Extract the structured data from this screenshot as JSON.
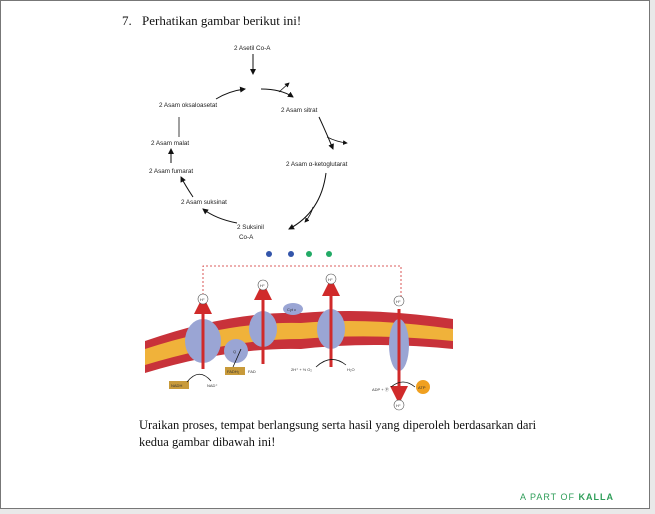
{
  "question": {
    "number": "7.",
    "title": "Perhatikan gambar berikut ini!",
    "body": "Uraikan proses, tempat berlangsung serta hasil yang diperoleh berdasarkan dari kedua gambar dibawah ini!"
  },
  "krebs_cycle": {
    "top": "2 Asetil Co-A",
    "sitrat": "2 Asam sitrat",
    "ketoglutarat": "2 Asam α-ketoglutarat",
    "suksinil_1": "2 Suksinil",
    "suksinil_2": "Co-A",
    "suksinat": "2 Asam suksinat",
    "fumarat": "2 Asam fumarat",
    "malat": "2 Asam malat",
    "oksaloasetat": "2 Asam oksaloasetat"
  },
  "etc": {
    "nadh": "NADH",
    "nad": "NAD⁺",
    "fadh": "FADH₂",
    "fad": "FAD",
    "o2": "2H⁺ + ½ O₂",
    "h2o": "H₂O",
    "adp": "ADP + Ⓟ",
    "h_plus": "H⁺",
    "q": "Q",
    "cytc": "Cyt c",
    "atp": "ATP"
  },
  "footer": {
    "brand_prefix": "A PART OF",
    "brand_name": "KALLA"
  },
  "colors": {
    "membrane_red": "#c8323a",
    "membrane_yellow": "#f0b23a",
    "protein": "#9aa5d4",
    "arrow_red": "#d02a2a",
    "brand_green": "#2f9e59"
  }
}
